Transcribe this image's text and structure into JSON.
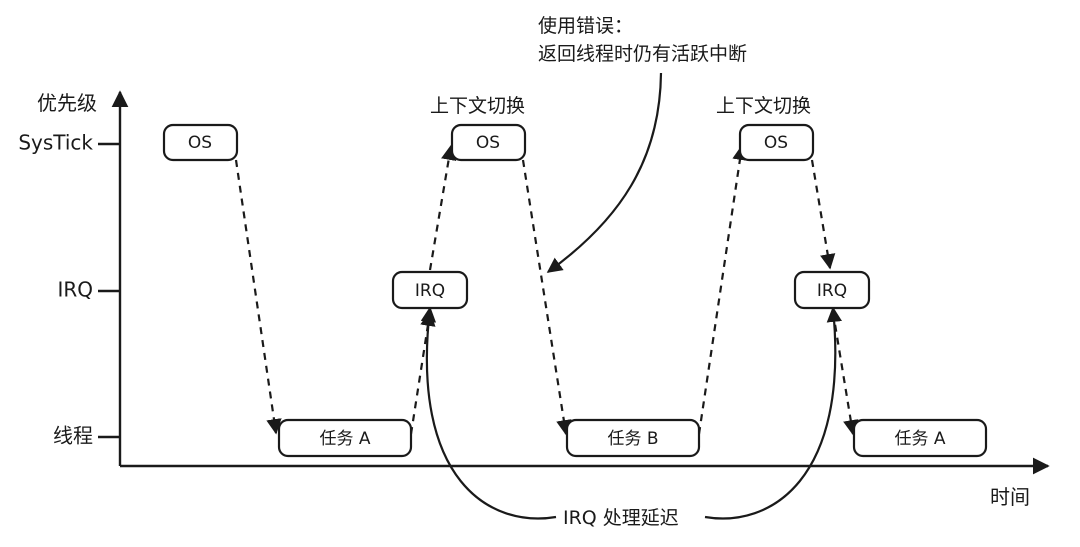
{
  "axes": {
    "y_title": "优先级",
    "x_title": "时间",
    "levels": [
      "SysTick",
      "IRQ",
      "线程"
    ]
  },
  "boxes": [
    {
      "name": "os-box-1",
      "label": "OS"
    },
    {
      "name": "task-a-box-1",
      "label": "任务 A"
    },
    {
      "name": "irq-box-1",
      "label": "IRQ"
    },
    {
      "name": "os-box-2",
      "label": "OS"
    },
    {
      "name": "task-b-box",
      "label": "任务 B"
    },
    {
      "name": "os-box-3",
      "label": "OS"
    },
    {
      "name": "irq-box-2",
      "label": "IRQ"
    },
    {
      "name": "task-a-box-2",
      "label": "任务 A"
    }
  ],
  "annotations": {
    "context_switch_1": "上下文切换",
    "context_switch_2": "上下文切换",
    "error_line1": "使用错误：",
    "error_line2": "返回线程时仍有活跃中断",
    "irq_latency": "IRQ 处理延迟"
  }
}
